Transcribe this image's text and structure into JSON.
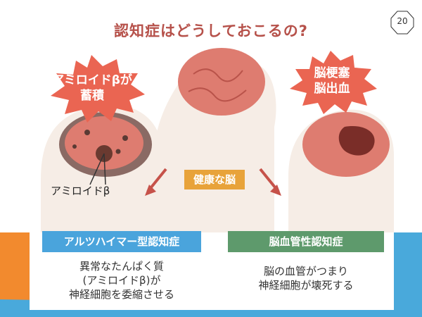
{
  "slide": {
    "page_number": "20",
    "title": "認知症はどうしておこるの?"
  },
  "bursts": {
    "left": [
      "アミロイドβが",
      "蓄積"
    ],
    "right": [
      "脳梗塞",
      "脳出血"
    ]
  },
  "labels": {
    "beta": "アミロイドβ",
    "center": "健康な脳"
  },
  "types": {
    "left": {
      "tag": "アルツハイマー型認知症",
      "desc": [
        "異常なたんぱく質",
        "(アミロイドβ)が",
        "神経細胞を委縮させる"
      ]
    },
    "right": {
      "tag": "脳血管性認知症",
      "desc": [
        "脳の血管がつまり",
        "神経細胞が壊死する"
      ]
    }
  },
  "colors": {
    "title": "#b6514a",
    "burst": "#ea6552",
    "head": "#f6ede6",
    "brain": "#de7c70",
    "alzheimer_tag": "#4aa4dc",
    "vascular_tag": "#5e9a6c",
    "center_tag": "#e8a33a",
    "accent_orange": "#f28a2e",
    "accent_blue": "#49a9db"
  }
}
